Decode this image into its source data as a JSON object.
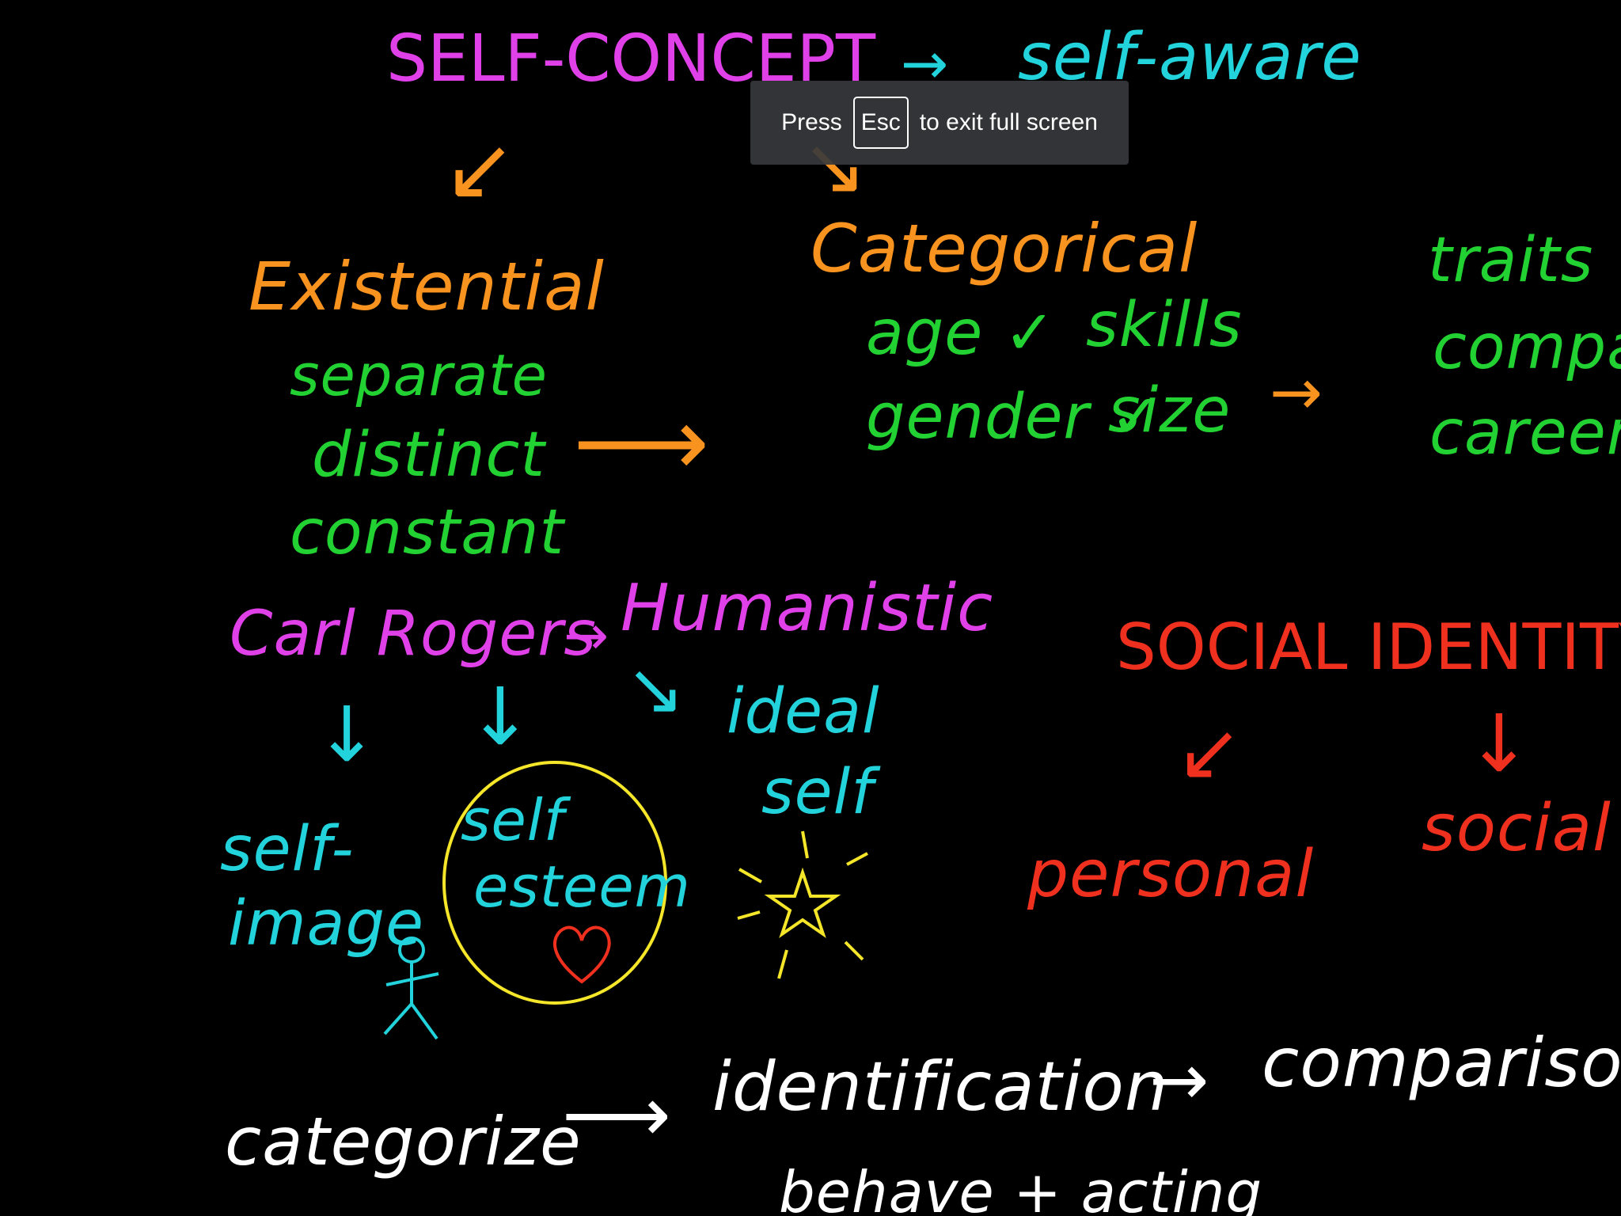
{
  "fullscreen_notice": {
    "press": "Press",
    "key": "Esc",
    "message": "to exit full screen"
  },
  "whiteboard": {
    "colors": {
      "magenta": "#e040e8",
      "cyan": "#22d3dc",
      "orange": "#f7931e",
      "green": "#22d132",
      "red": "#f0301e",
      "white": "#ffffff",
      "yellow": "#f5e62a"
    },
    "self_concept": "SELF-CONCEPT",
    "self_aware": "self-aware",
    "existential": "Existential",
    "existential_items": [
      "separate",
      "distinct",
      "constant"
    ],
    "categorical": "Categorical",
    "categorical_items": [
      "age ✓",
      "skills",
      "gender ✓",
      "size"
    ],
    "traits_items": [
      "traits",
      "compan",
      "careers"
    ],
    "carl_rogers": "Carl Rogers",
    "humanistic": "Humanistic",
    "self_image": [
      "self-",
      "image"
    ],
    "self_esteem": [
      "self",
      "esteem"
    ],
    "ideal_self": [
      "ideal",
      "self"
    ],
    "social_identity": "SOCIAL IDENTITY",
    "personal": "personal",
    "social": "social",
    "categorize": "categorize",
    "identification": "identification",
    "comparison": "comparison",
    "behave_acting": "behave + acting",
    "icons": [
      "heart-icon",
      "star-icon",
      "stick-figure-icon"
    ]
  }
}
